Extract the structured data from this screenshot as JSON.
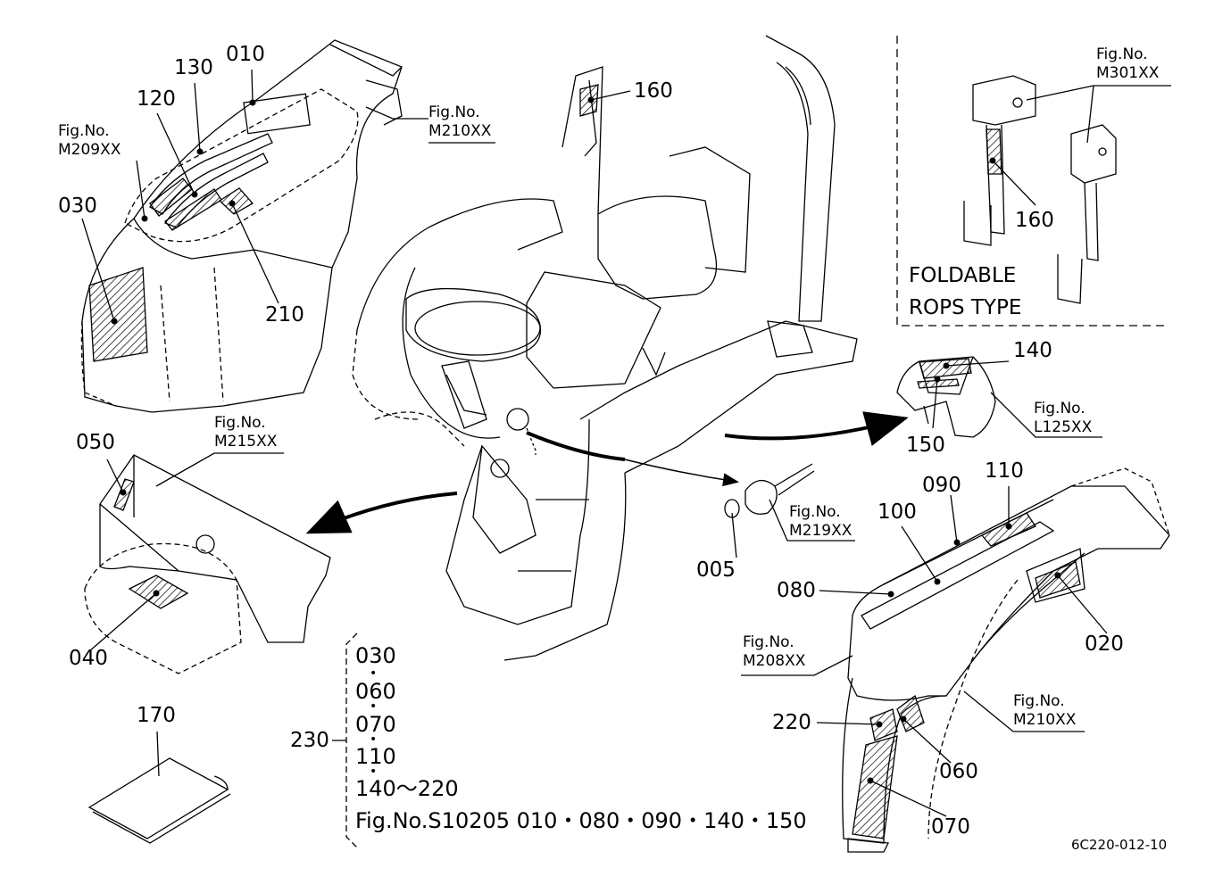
{
  "labels": {
    "l010": "010",
    "l130": "130",
    "l120": "120",
    "l030": "030",
    "l210": "210",
    "l160a": "160",
    "l160b": "160",
    "l140": "140",
    "l150": "150",
    "l050": "050",
    "l040": "040",
    "l005": "005",
    "l090": "090",
    "l110": "110",
    "l100": "100",
    "l080": "080",
    "l020": "020",
    "l220": "220",
    "l060": "060",
    "l070": "070",
    "l170": "170",
    "l230": "230"
  },
  "figs": {
    "f209": {
      "title": "Fig.No.",
      "code": "M209XX"
    },
    "f210a": {
      "title": "Fig.No.",
      "code": "M210XX"
    },
    "f301": {
      "title": "Fig.No.",
      "code": "M301XX"
    },
    "f125": {
      "title": "Fig.No.",
      "code": "L125XX"
    },
    "f215": {
      "title": "Fig.No.",
      "code": "M215XX"
    },
    "f219": {
      "title": "Fig.No.",
      "code": "M219XX"
    },
    "f208": {
      "title": "Fig.No.",
      "code": "M208XX"
    },
    "f210b": {
      "title": "Fig.No.",
      "code": "M210XX"
    }
  },
  "foldable": {
    "line1": "FOLDABLE",
    "line2": "ROPS  TYPE"
  },
  "list230": {
    "i1": "030",
    "i2": "060",
    "i3": "070",
    "i4": "110",
    "i5": "140～220",
    "i6": "Fig.No.S10205  010・080・090・140・150",
    "dot": "•"
  },
  "drawing_code": "6C220-012-10"
}
